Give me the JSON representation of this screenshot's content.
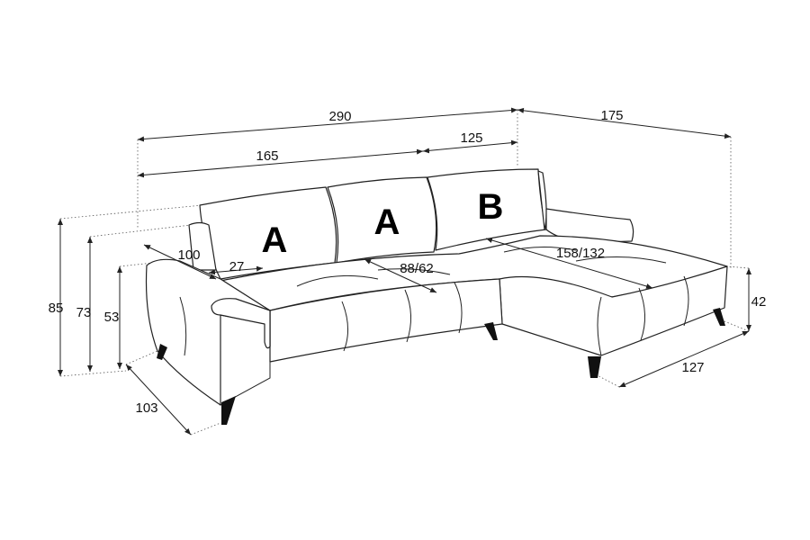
{
  "dimensions": {
    "total_width": "290",
    "chaise_depth": "175",
    "main_width": "165",
    "chaise_width": "125",
    "back_height": "85",
    "arm_height": "73",
    "seat_height": "53",
    "chaise_height": "42",
    "depth": "103",
    "chaise_front": "127",
    "arm_length": "100",
    "arm_width": "27",
    "seat_depth": "88/62",
    "chaise_seat_depth": "158/132"
  },
  "cushion_labels": [
    "A",
    "A",
    "B"
  ],
  "colors": {
    "line": "#222222",
    "leg": "#111111",
    "background": "#ffffff"
  }
}
